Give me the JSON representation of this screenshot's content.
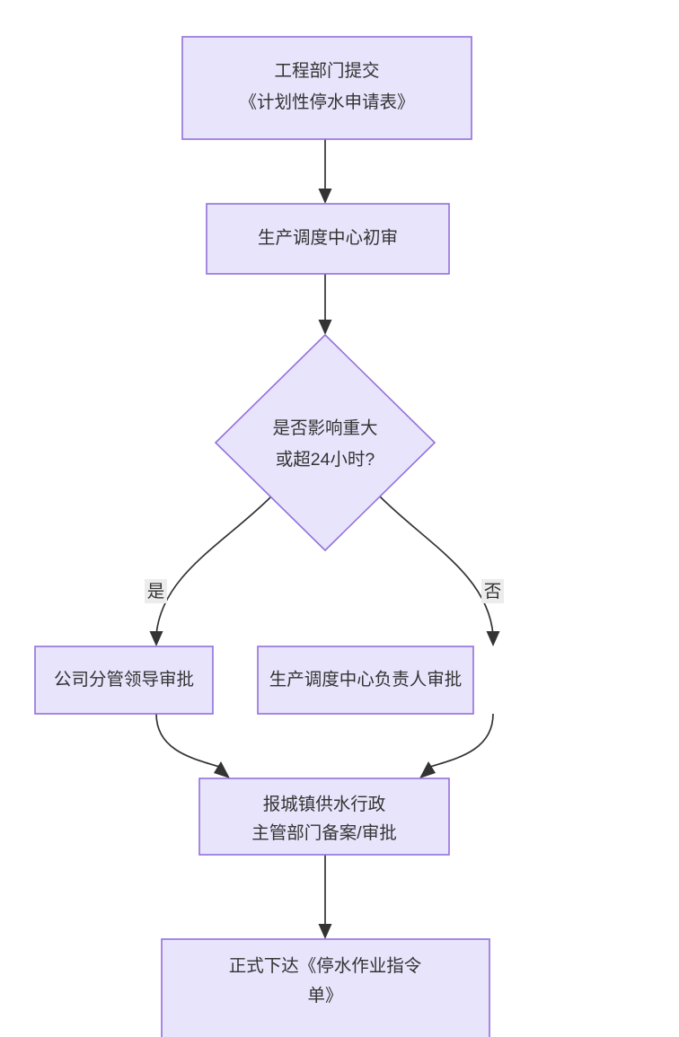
{
  "diagram": {
    "type": "flowchart",
    "direction": "top-to-bottom",
    "background_color": "#ffffff",
    "node_fill_color": "#e8e4fb",
    "node_border_color": "#9370db",
    "edge_color": "#333333",
    "text_color": "#333333",
    "edge_label_background": "#ececec",
    "nodes": [
      {
        "id": "submit",
        "shape": "rectangle",
        "lines": [
          "工程部门提交",
          "《计划性停水申请表》"
        ],
        "line1": "工程部门提交",
        "line2": "《计划性停水申请表》"
      },
      {
        "id": "initial-review",
        "shape": "rectangle",
        "lines": [
          "生产调度中心初审"
        ],
        "line1": "生产调度中心初审",
        "line2": ""
      },
      {
        "id": "decision",
        "shape": "diamond",
        "lines": [
          "是否影响重大",
          "或超24小时?"
        ],
        "line1": "是否影响重大",
        "line2": "或超24小时?"
      },
      {
        "id": "leader-approval",
        "shape": "rectangle",
        "lines": [
          "公司分管领导审批"
        ],
        "line1": "公司分管领导审批",
        "line2": ""
      },
      {
        "id": "center-head-approval",
        "shape": "rectangle",
        "lines": [
          "生产调度中心负责人审批"
        ],
        "line1": "生产调度中心负责人审批",
        "line2": ""
      },
      {
        "id": "gov-filing",
        "shape": "rectangle",
        "lines": [
          "报城镇供水行政",
          "主管部门备案/审批"
        ],
        "line1": "报城镇供水行政",
        "line2": "主管部门备案/审批"
      },
      {
        "id": "issue-order",
        "shape": "rectangle",
        "lines": [
          "正式下达《停水作业指令",
          "单》"
        ],
        "line1": "正式下达《停水作业指令",
        "line2": "单》"
      }
    ],
    "edges": [
      {
        "id": "e1",
        "from": "submit",
        "to": "initial-review",
        "label": ""
      },
      {
        "id": "e2",
        "from": "initial-review",
        "to": "decision",
        "label": ""
      },
      {
        "id": "e3",
        "from": "decision",
        "to": "leader-approval",
        "label": "是"
      },
      {
        "id": "e4",
        "from": "decision",
        "to": "center-head-approval",
        "label": "否"
      },
      {
        "id": "e5",
        "from": "leader-approval",
        "to": "gov-filing",
        "label": ""
      },
      {
        "id": "e6",
        "from": "center-head-approval",
        "to": "gov-filing",
        "label": ""
      },
      {
        "id": "e7",
        "from": "gov-filing",
        "to": "issue-order",
        "label": ""
      }
    ]
  }
}
